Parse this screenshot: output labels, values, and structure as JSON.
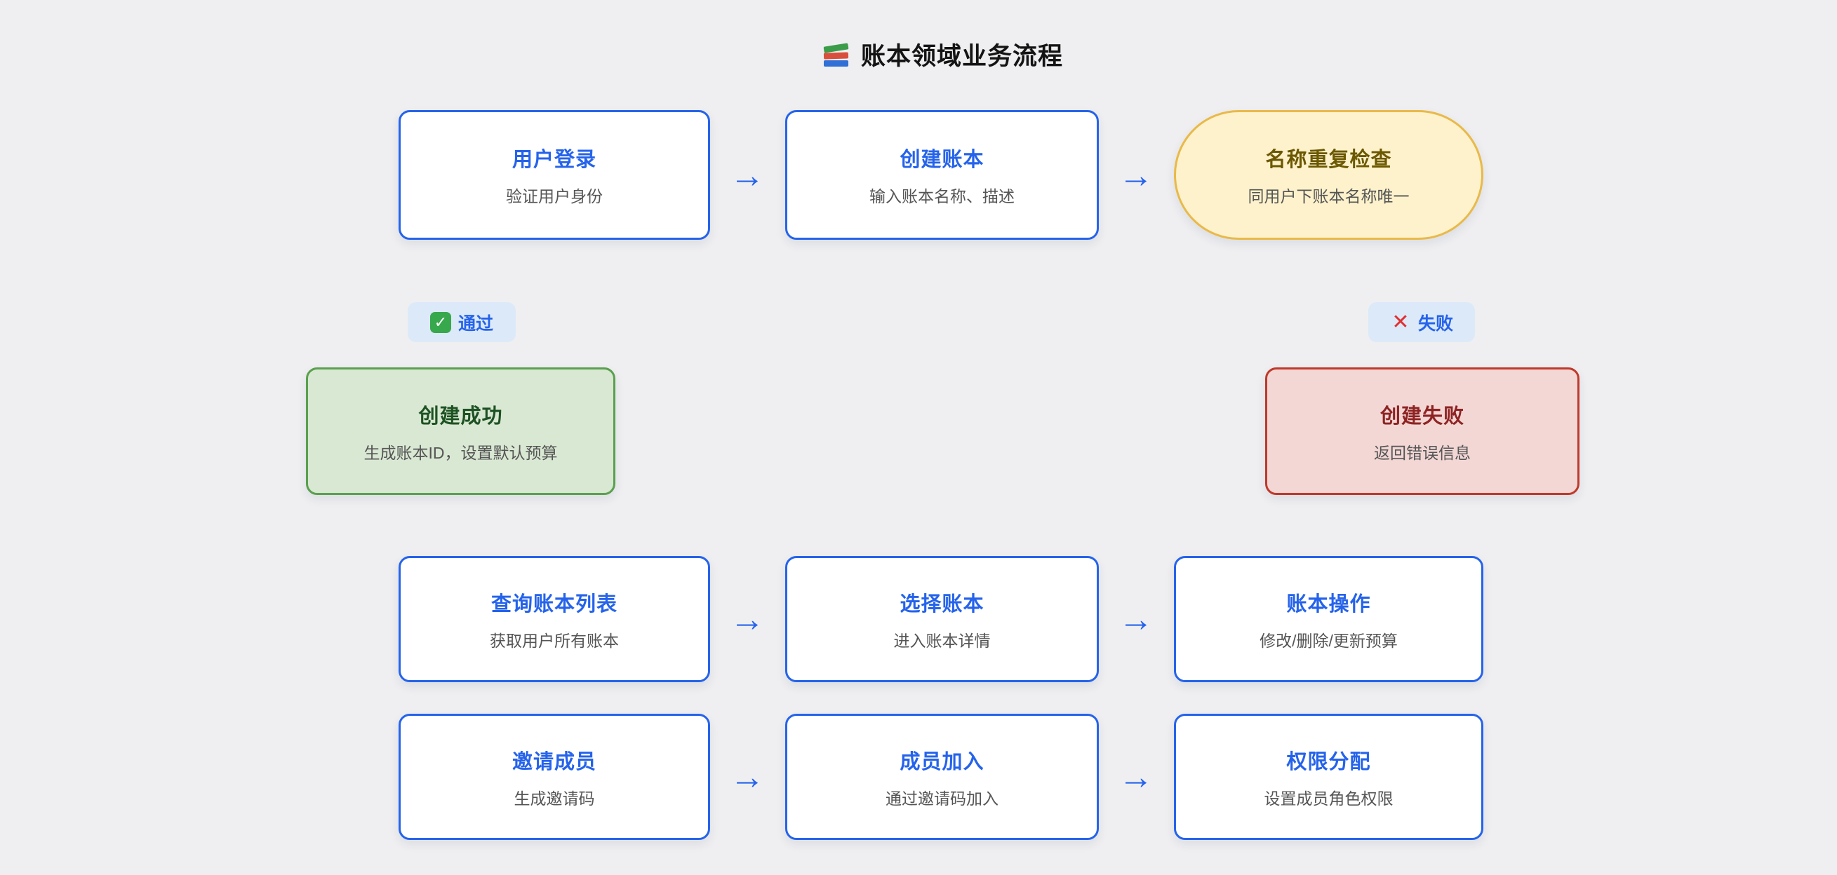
{
  "header": {
    "title": "账本领域业务流程"
  },
  "arrow": {
    "glyph": "→"
  },
  "icons": {
    "books": "books-icon",
    "check_glyph": "✓",
    "cross_glyph": "✕"
  },
  "badges": {
    "pass": {
      "label": "通过"
    },
    "fail": {
      "label": "失败"
    }
  },
  "nodes": {
    "login": {
      "title": "用户登录",
      "subtitle": "验证用户身份"
    },
    "create_ledger": {
      "title": "创建账本",
      "subtitle": "输入账本名称、描述"
    },
    "name_check": {
      "title": "名称重复检查",
      "subtitle": "同用户下账本名称唯一"
    },
    "create_success": {
      "title": "创建成功",
      "subtitle": "生成账本ID，设置默认预算"
    },
    "create_fail": {
      "title": "创建失败",
      "subtitle": "返回错误信息"
    },
    "query_list": {
      "title": "查询账本列表",
      "subtitle": "获取用户所有账本"
    },
    "select_ledger": {
      "title": "选择账本",
      "subtitle": "进入账本详情"
    },
    "ledger_ops": {
      "title": "账本操作",
      "subtitle": "修改/删除/更新预算"
    },
    "invite_member": {
      "title": "邀请成员",
      "subtitle": "生成邀请码"
    },
    "member_join": {
      "title": "成员加入",
      "subtitle": "通过邀请码加入"
    },
    "assign_perm": {
      "title": "权限分配",
      "subtitle": "设置成员角色权限"
    }
  },
  "colors": {
    "background": "#efeff1",
    "primary_blue": "#2563eb",
    "subtitle_gray": "#555555",
    "success_fill": "#d9e8d3",
    "success_border": "#5aa04e",
    "success_text": "#1d5222",
    "error_fill": "#f2d7d5",
    "error_border": "#c0392b",
    "error_text": "#8e2323",
    "warning_fill": "#fdf2cc",
    "warning_border": "#e9b949",
    "warning_text": "#6b5800",
    "badge_fill": "#dce9f8"
  }
}
